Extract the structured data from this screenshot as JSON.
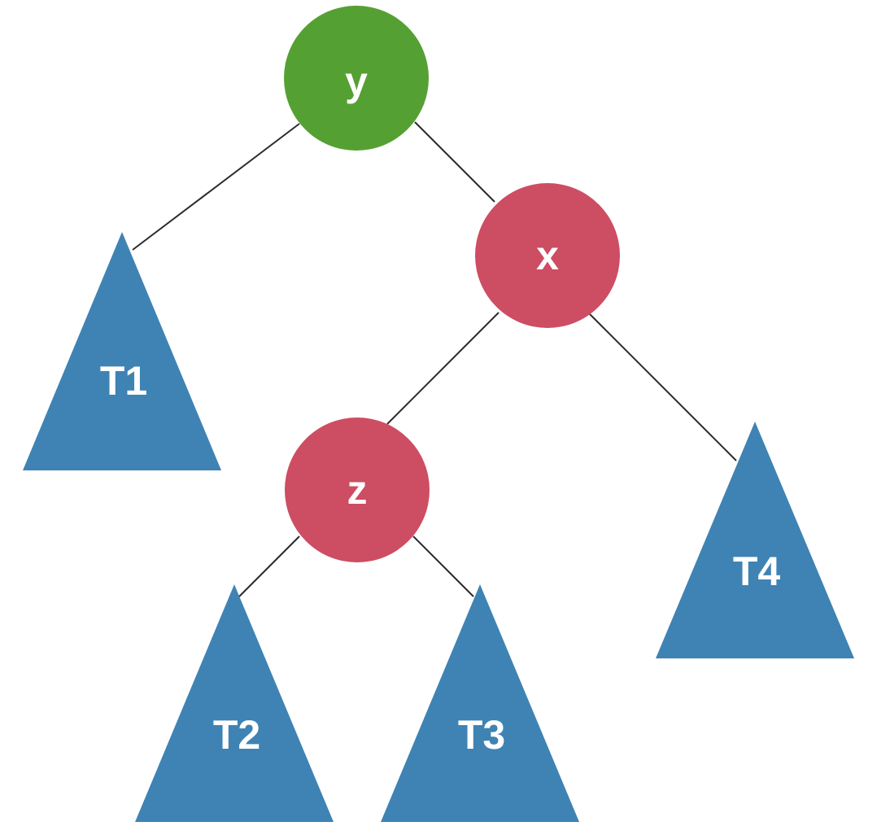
{
  "colors": {
    "green_node": "#55a032",
    "red_node": "#cd4d62",
    "subtree": "#3e83b4",
    "edge": "#2b2b2b"
  },
  "nodes": {
    "y": {
      "label": "y",
      "color": "green"
    },
    "x": {
      "label": "x",
      "color": "red"
    },
    "z": {
      "label": "z",
      "color": "red"
    }
  },
  "subtrees": {
    "t1": {
      "label": "T1"
    },
    "t2": {
      "label": "T2"
    },
    "t3": {
      "label": "T3"
    },
    "t4": {
      "label": "T4"
    }
  },
  "edges": [
    {
      "from": "y",
      "to": "t1"
    },
    {
      "from": "y",
      "to": "x"
    },
    {
      "from": "x",
      "to": "z"
    },
    {
      "from": "x",
      "to": "t4"
    },
    {
      "from": "z",
      "to": "t2"
    },
    {
      "from": "z",
      "to": "t3"
    }
  ]
}
